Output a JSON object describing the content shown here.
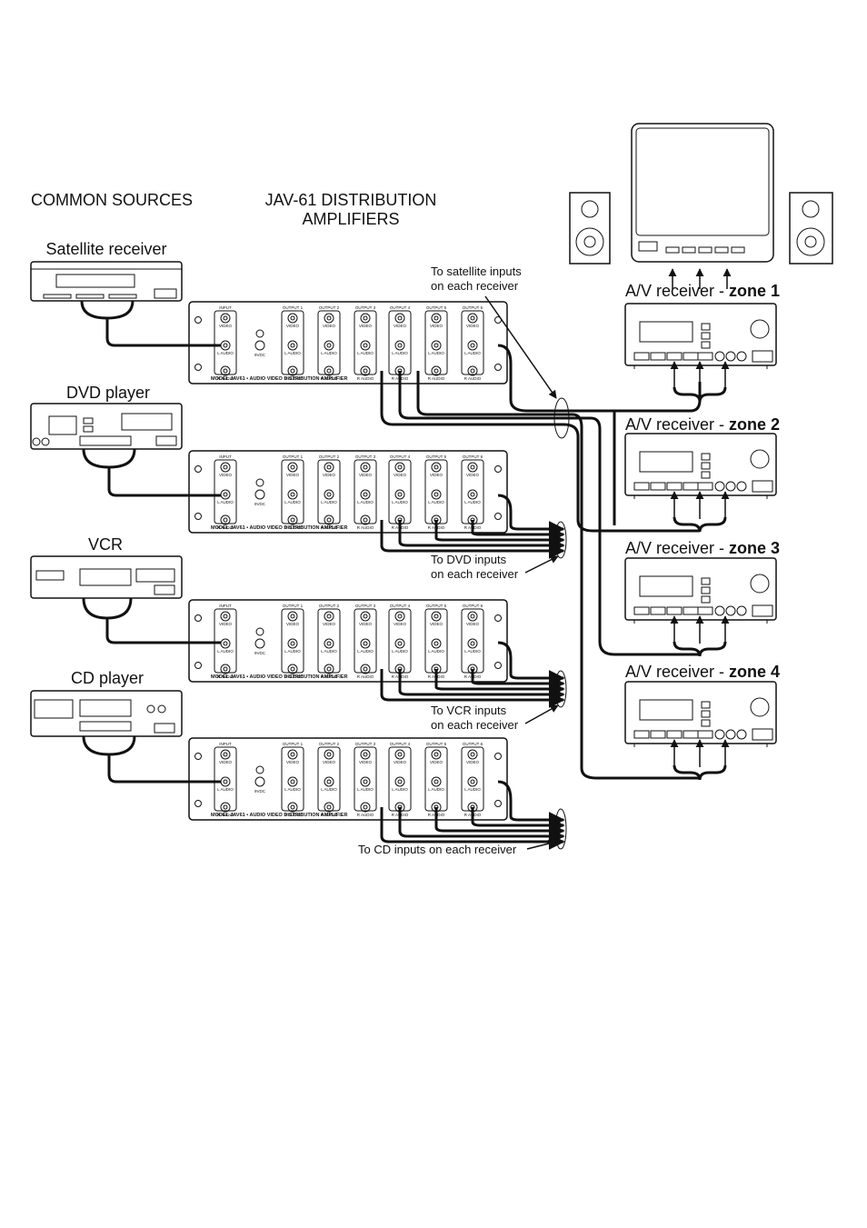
{
  "headings": {
    "sources": "COMMON SOURCES",
    "amps_line1": "JAV-61 DISTRIBUTION",
    "amps_line2": "AMPLIFIERS"
  },
  "sources": [
    {
      "label": "Satellite receiver"
    },
    {
      "label": "DVD player"
    },
    {
      "label": "VCR"
    },
    {
      "label": "CD player"
    }
  ],
  "amplifier": {
    "model_text": "MODEL JAV61 • AUDIO VIDEO DISTRIBUTION AMPLIFIER",
    "input_label": "INPUT",
    "power_label": "9VDC",
    "output_labels": [
      "OUTPUT 1",
      "OUTPUT 2",
      "OUTPUT 3",
      "OUTPUT 4",
      "OUTPUT 5",
      "OUTPUT 6"
    ],
    "jack_labels": [
      "VIDEO",
      "L AUDIO",
      "R AUDIO"
    ]
  },
  "zones": [
    {
      "prefix": "A/V receiver - ",
      "zone": "zone 1"
    },
    {
      "prefix": "A/V receiver - ",
      "zone": "zone 2"
    },
    {
      "prefix": "A/V receiver - ",
      "zone": "zone 3"
    },
    {
      "prefix": "A/V receiver - ",
      "zone": "zone 4"
    }
  ],
  "callouts": {
    "satellite_line1": "To satellite inputs",
    "satellite_line2": "on each receiver",
    "dvd_line1": "To DVD inputs",
    "dvd_line2": "on each receiver",
    "vcr_line1": "To VCR inputs",
    "vcr_line2": "on each receiver",
    "cd": "To CD inputs on each receiver"
  },
  "icons": {
    "display": "tv-monitor-icon",
    "speaker": "speaker-icon",
    "receiver": "av-receiver-icon",
    "amplifier": "distribution-amplifier-icon"
  }
}
